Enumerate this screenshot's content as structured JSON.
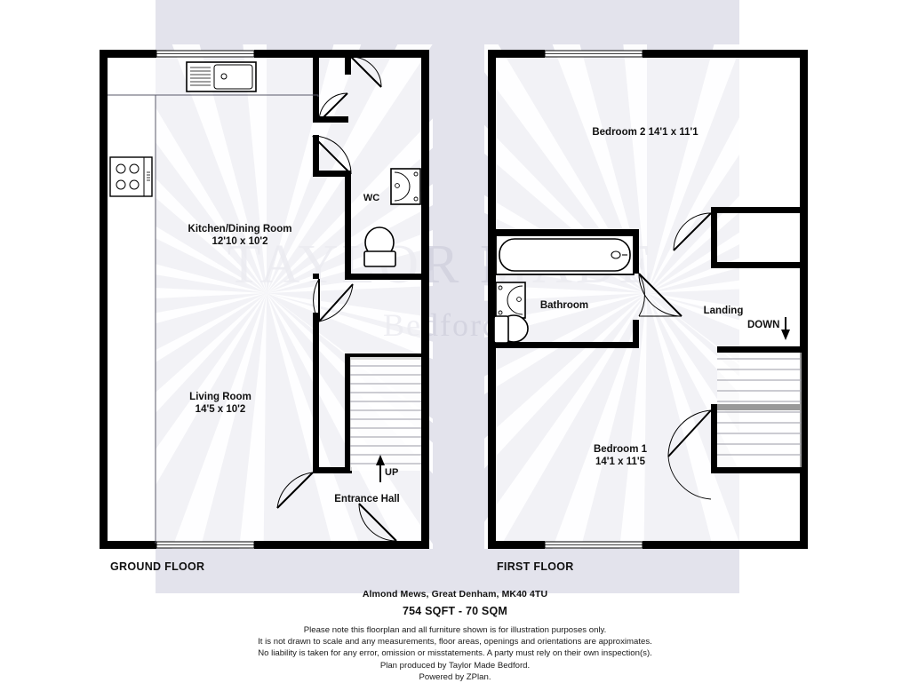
{
  "document": {
    "type": "floorplan",
    "watermark": {
      "line1": "TAYLOR MADE",
      "line2": "Bedford"
    },
    "background_tint": "#e3e3ec",
    "ink": "#000000"
  },
  "floors": [
    {
      "id": "ground",
      "caption": "GROUND FLOOR",
      "rooms": [
        {
          "name": "Kitchen/Dining Room",
          "dimensions": "12'10 x 10'2"
        },
        {
          "name": "Living Room",
          "dimensions": "14'5 x 10'2"
        },
        {
          "name": "WC",
          "dimensions": ""
        },
        {
          "name": "Entrance Hall",
          "dimensions": ""
        }
      ],
      "stairs": {
        "label": "UP",
        "direction": "up"
      }
    },
    {
      "id": "first",
      "caption": "FIRST FLOOR",
      "rooms": [
        {
          "name": "Bedroom 2 14'1 x 11'1",
          "dimensions": ""
        },
        {
          "name": "Bedroom 1",
          "dimensions": "14'1 x 11'5"
        },
        {
          "name": "Bathroom",
          "dimensions": ""
        },
        {
          "name": "Landing",
          "dimensions": ""
        }
      ],
      "stairs": {
        "label": "DOWN",
        "direction": "down"
      }
    }
  ],
  "labels": {
    "kitchen_name": "Kitchen/Dining Room",
    "kitchen_dims": "12'10 x 10'2",
    "living_name": "Living Room",
    "living_dims": "14'5 x 10'2",
    "wc": "WC",
    "entrance_hall": "Entrance Hall",
    "up": "UP",
    "bedroom2": "Bedroom 2 14'1 x 11'1",
    "bedroom1_name": "Bedroom 1",
    "bedroom1_dims": "14'1 x 11'5",
    "bathroom": "Bathroom",
    "landing": "Landing",
    "down": "DOWN",
    "ground_floor": "GROUND FLOOR",
    "first_floor": "FIRST FLOOR"
  },
  "footer": {
    "address": "Almond Mews, Great Denham, MK40 4TU",
    "area": "754 SQFT - 70 SQM",
    "disclaimer": [
      "Please note this floorplan and all furniture shown is for illustration purposes only.",
      "It is not drawn to scale and any measurements, floor areas, openings and orientations are approximates.",
      "No liability is taken for any error, omission or misstatements. A party must rely on their own inspection(s).",
      "Plan produced by Taylor Made Bedford.",
      "Powered by ZPlan."
    ]
  },
  "fixtures": [
    {
      "name": "kitchen-sink-with-drainer",
      "floor": "ground"
    },
    {
      "name": "hob-four-burner",
      "floor": "ground"
    },
    {
      "name": "wc-basin",
      "floor": "ground"
    },
    {
      "name": "wc-toilet",
      "floor": "ground"
    },
    {
      "name": "bathtub",
      "floor": "first"
    },
    {
      "name": "bathroom-basin",
      "floor": "first"
    },
    {
      "name": "bathroom-toilet",
      "floor": "first"
    }
  ]
}
